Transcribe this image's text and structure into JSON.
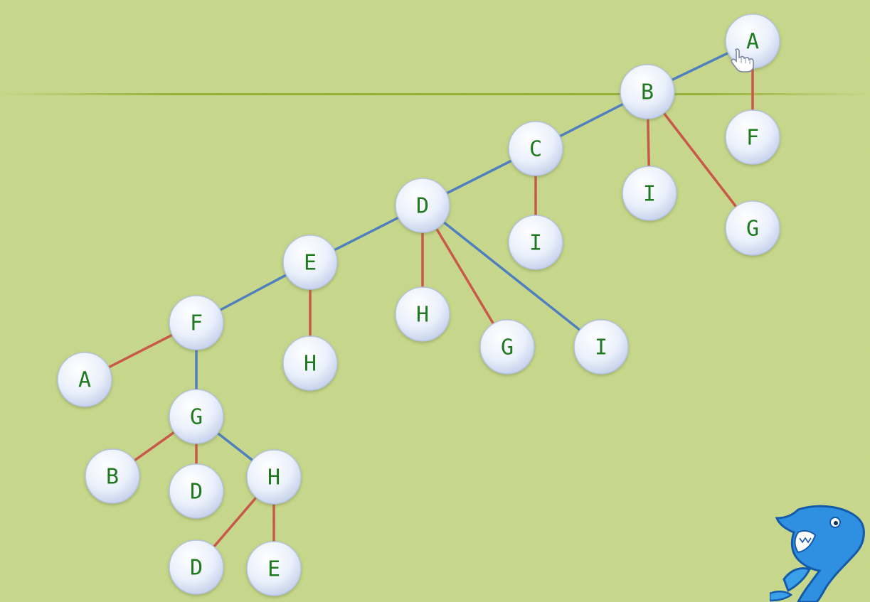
{
  "colors": {
    "background": "#c6d68a",
    "node_fill": "#e8eefb",
    "node_label": "#1f7a1f",
    "edge_blue": "#4f7fbf",
    "edge_red": "#c8584a"
  },
  "tree": {
    "nodes": [
      {
        "id": "n1",
        "label": "A"
      },
      {
        "id": "n2",
        "label": "B"
      },
      {
        "id": "n3",
        "label": "F"
      },
      {
        "id": "n4",
        "label": "C"
      },
      {
        "id": "n5",
        "label": "I"
      },
      {
        "id": "n6",
        "label": "G"
      },
      {
        "id": "n7",
        "label": "D"
      },
      {
        "id": "n8",
        "label": "I"
      },
      {
        "id": "n9",
        "label": "E"
      },
      {
        "id": "n10",
        "label": "H"
      },
      {
        "id": "n11",
        "label": "G"
      },
      {
        "id": "n12",
        "label": "I"
      },
      {
        "id": "n13",
        "label": "F"
      },
      {
        "id": "n14",
        "label": "H"
      },
      {
        "id": "n15",
        "label": "A"
      },
      {
        "id": "n16",
        "label": "G"
      },
      {
        "id": "n17",
        "label": "B"
      },
      {
        "id": "n18",
        "label": "D"
      },
      {
        "id": "n19",
        "label": "H"
      },
      {
        "id": "n20",
        "label": "D"
      },
      {
        "id": "n21",
        "label": "E"
      }
    ],
    "edges": [
      {
        "from": "n1",
        "to": "n2",
        "color": "blue"
      },
      {
        "from": "n1",
        "to": "n3",
        "color": "red"
      },
      {
        "from": "n2",
        "to": "n4",
        "color": "blue"
      },
      {
        "from": "n2",
        "to": "n5",
        "color": "red"
      },
      {
        "from": "n2",
        "to": "n6",
        "color": "red"
      },
      {
        "from": "n4",
        "to": "n7",
        "color": "blue"
      },
      {
        "from": "n4",
        "to": "n8",
        "color": "red"
      },
      {
        "from": "n7",
        "to": "n9",
        "color": "blue"
      },
      {
        "from": "n7",
        "to": "n10",
        "color": "red"
      },
      {
        "from": "n7",
        "to": "n11",
        "color": "red"
      },
      {
        "from": "n7",
        "to": "n12",
        "color": "blue"
      },
      {
        "from": "n9",
        "to": "n13",
        "color": "blue"
      },
      {
        "from": "n9",
        "to": "n14",
        "color": "red"
      },
      {
        "from": "n13",
        "to": "n15",
        "color": "red"
      },
      {
        "from": "n13",
        "to": "n16",
        "color": "blue"
      },
      {
        "from": "n16",
        "to": "n17",
        "color": "red"
      },
      {
        "from": "n16",
        "to": "n18",
        "color": "red"
      },
      {
        "from": "n16",
        "to": "n19",
        "color": "blue"
      },
      {
        "from": "n19",
        "to": "n20",
        "color": "red"
      },
      {
        "from": "n19",
        "to": "n21",
        "color": "red"
      }
    ]
  },
  "icons": {
    "cursor": "hand-pointer-icon",
    "mascot": "shark-icon"
  }
}
